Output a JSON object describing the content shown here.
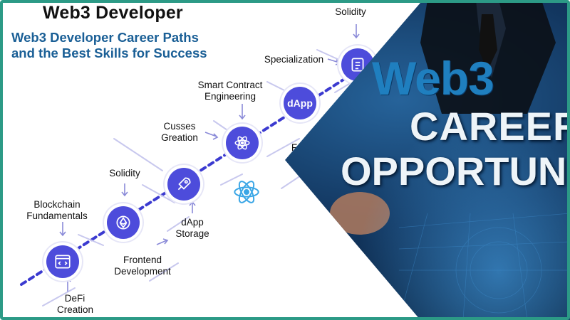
{
  "header": {
    "title": "Web3 Developer",
    "subtitle_line1": "Web3 Developer Career Paths",
    "subtitle_line2": "and the Best Skills for Success"
  },
  "roadmap": {
    "labels": {
      "defi_1": "DeFi",
      "defi_2": "Creation",
      "blockchain_1": "Blockchain",
      "blockchain_2": "Fundamentals",
      "frontend_1": "Frontend",
      "frontend_2": "Development",
      "solidity_lower": "Solidity",
      "dapp_storage_1": "dApp",
      "dapp_storage_2": "Storage",
      "cusses_1": "Cusses",
      "cusses_2": "Greation",
      "smart_contract_1": "Smart Contract",
      "smart_contract_2": "Engineering",
      "specialization": "Specialization",
      "solidity_top": "Solidity",
      "partial_f": "F"
    },
    "node_text": {
      "dapp": "dApp"
    },
    "icons": [
      "code-window-icon",
      "ethereum-icon",
      "rocket-icon",
      "atom-icon",
      "dapp-node",
      "document-icon",
      "react-atom-icon"
    ]
  },
  "photo": {
    "line1": "Web3",
    "line2": "CAREER",
    "line3": "OPPORTUNITI"
  },
  "colors": {
    "node": "#4d4cdb",
    "subtitle": "#1a5f96",
    "frame": "#2c9a86",
    "photo_bg": "#12365f",
    "web3_text": "#1f7fbf"
  }
}
